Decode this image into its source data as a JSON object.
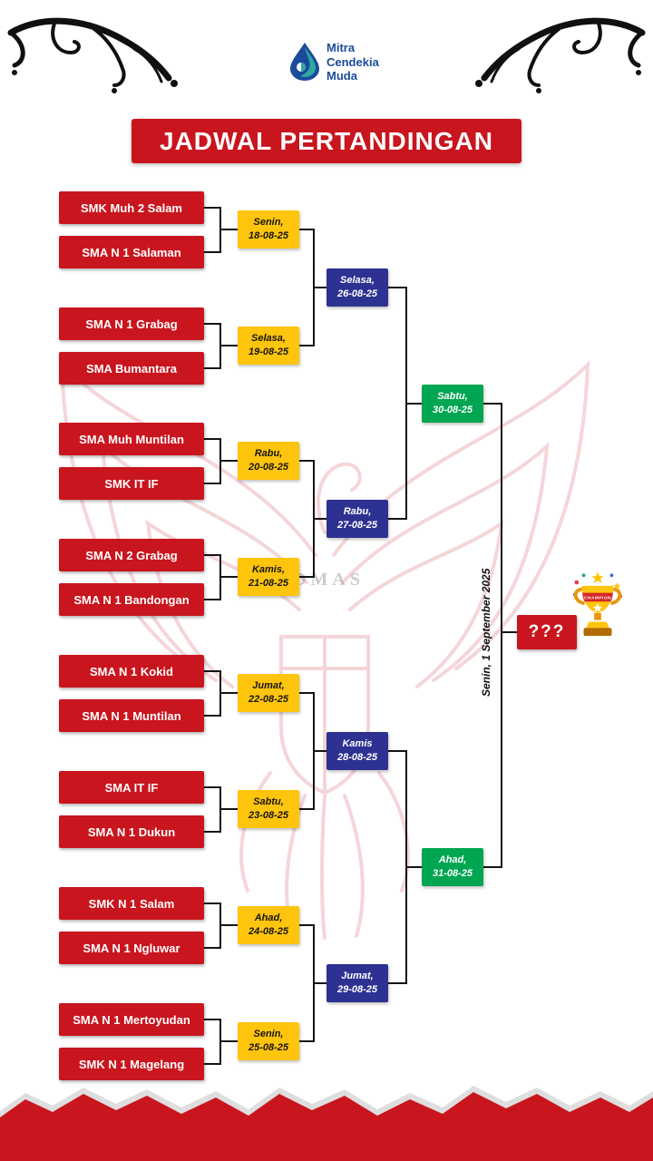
{
  "logo": {
    "line1": "Mitra",
    "line2": "Cendekia",
    "line3": "Muda"
  },
  "title": "JADWAL PERTANDINGAN",
  "bracket": {
    "teams": [
      "SMK Muh 2 Salam",
      "SMA N 1 Salaman",
      "SMA N 1 Grabag",
      "SMA Bumantara",
      "SMA Muh Muntilan",
      "SMK IT IF",
      "SMA N 2 Grabag",
      "SMA N 1 Bandongan",
      "SMA N 1 Kokid",
      "SMA N 1 Muntilan",
      "SMA IT IF",
      "SMA N 1 Dukun",
      "SMK N 1 Salam",
      "SMA N 1 Ngluwar",
      "SMA N 1 Mertoyudan",
      "SMK N 1 Magelang"
    ],
    "round1": [
      {
        "day": "Senin,",
        "date": "18-08-25"
      },
      {
        "day": "Selasa,",
        "date": "19-08-25"
      },
      {
        "day": "Rabu,",
        "date": "20-08-25"
      },
      {
        "day": "Kamis,",
        "date": "21-08-25"
      },
      {
        "day": "Jumat,",
        "date": "22-08-25"
      },
      {
        "day": "Sabtu,",
        "date": "23-08-25"
      },
      {
        "day": "Ahad,",
        "date": "24-08-25"
      },
      {
        "day": "Senin,",
        "date": "25-08-25"
      }
    ],
    "quarterfinals": [
      {
        "day": "Selasa,",
        "date": "26-08-25"
      },
      {
        "day": "Rabu,",
        "date": "27-08-25"
      },
      {
        "day": "Kamis",
        "date": "28-08-25"
      },
      {
        "day": "Jumat,",
        "date": "29-08-25"
      }
    ],
    "semifinals": [
      {
        "day": "Sabtu,",
        "date": "30-08-25"
      },
      {
        "day": "Ahad,",
        "date": "31-08-25"
      }
    ],
    "final": {
      "label": "Senin, 1 September 2025",
      "placeholder": "???"
    }
  },
  "watermark_text": "OMAS",
  "colors": {
    "red": "#C9151E",
    "yellow": "#FFC40C",
    "blue": "#2D3191",
    "green": "#00A651",
    "logo_blue": "#1B4B9B",
    "logo_teal": "#2FA8A2",
    "line_black": "#141414"
  }
}
